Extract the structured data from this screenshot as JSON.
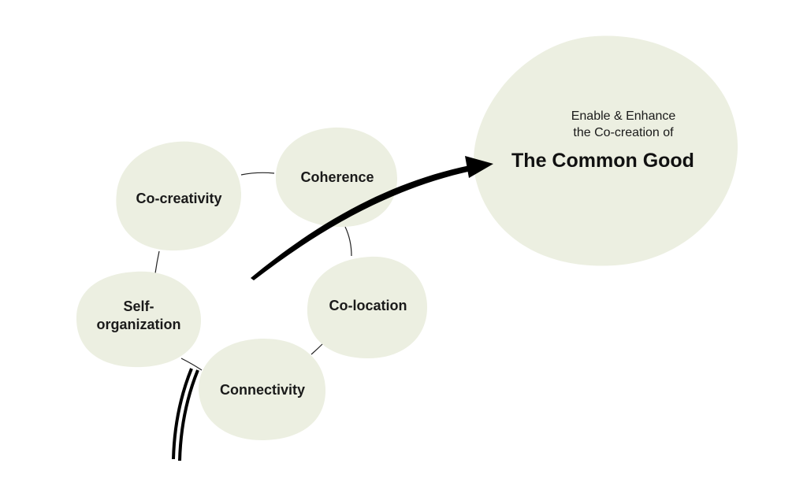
{
  "nodes": {
    "co_creativity": "Co-creativity",
    "coherence": "Coherence",
    "self_organization_line1": "Self-",
    "self_organization_line2": "organization",
    "co_location": "Co-location",
    "connectivity": "Connectivity"
  },
  "goal": {
    "line1": "Enable & Enhance",
    "line2": "the Co-creation of",
    "title": "The Common Good"
  },
  "colors": {
    "blob_fill": "#ecefe1",
    "arrow": "#000000",
    "text": "#1a1a1a"
  }
}
